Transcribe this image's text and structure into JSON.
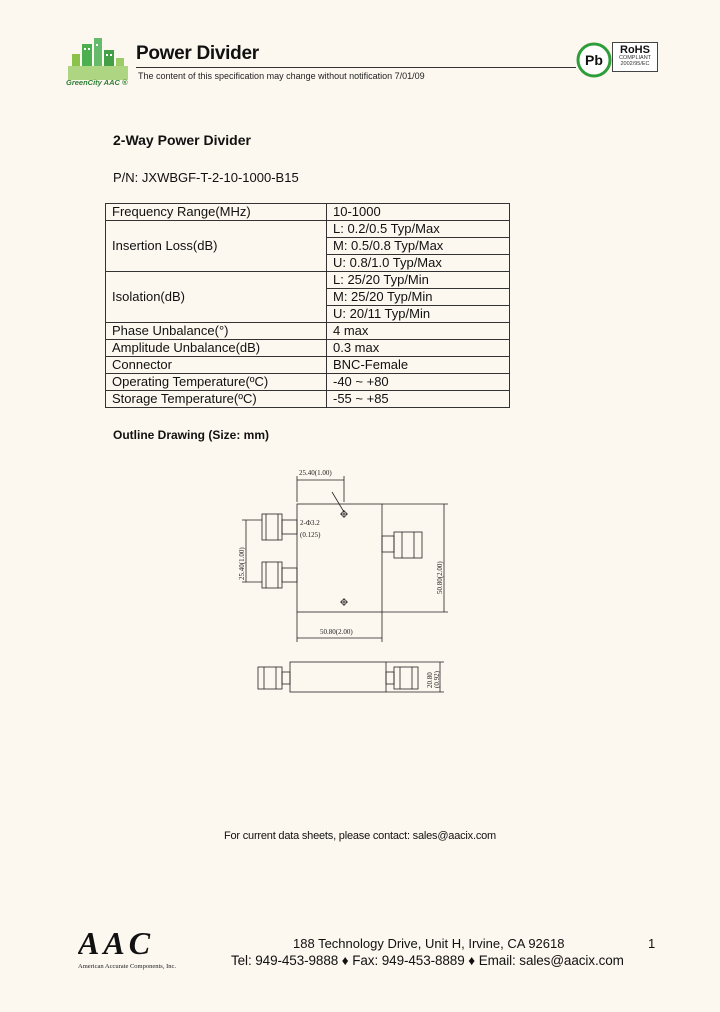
{
  "header": {
    "title": "Power Divider",
    "notice": "The content of this specification may change without notification 7/01/09",
    "greencity_text": "GreenCity AAC ®",
    "pb_label": "Pb",
    "rohs": {
      "title": "RoHS",
      "line1": "COMPLIANT",
      "line2": "2002/95/EC"
    }
  },
  "product": {
    "heading": "2-Way Power Divider",
    "part_number": "P/N: JXWBGF-T-2-10-1000-B15"
  },
  "specs": [
    {
      "param": "Frequency Range(MHz)",
      "values": [
        "10-1000"
      ]
    },
    {
      "param": "Insertion Loss(dB)",
      "values": [
        "L: 0.2/0.5 Typ/Max",
        "M: 0.5/0.8 Typ/Max",
        "U: 0.8/1.0 Typ/Max"
      ]
    },
    {
      "param": "Isolation(dB)",
      "values": [
        "L: 25/20 Typ/Min",
        "M: 25/20 Typ/Min",
        "U: 20/11 Typ/Min"
      ]
    },
    {
      "param": "Phase Unbalance(°)",
      "values": [
        "4 max"
      ]
    },
    {
      "param": "Amplitude Unbalance(dB)",
      "values": [
        "0.3 max"
      ]
    },
    {
      "param": "Connector",
      "values": [
        "BNC-Female"
      ]
    },
    {
      "param": "Operating Temperature(ºC)",
      "values": [
        "-40 ~ +80"
      ]
    },
    {
      "param": "Storage Temperature(ºC)",
      "values": [
        "-55 ~ +85"
      ]
    }
  ],
  "outline": {
    "heading": "Outline Drawing (Size: mm)",
    "dims": {
      "top_offset": "25.40(1.00)",
      "hole": "2-Φ3.2",
      "hole_in": "(0.125)",
      "port_spacing": "25.40(1.00)",
      "height": "50.80(2.00)",
      "width": "50.80(2.00)",
      "depth": "20.80",
      "depth_in": "(0.92)"
    }
  },
  "footer": {
    "contact_line": "For current data sheets, please contact: sales@aacix.com",
    "logo_text": "AAC",
    "company": "American Accurate Components, Inc.",
    "address": "188 Technology Drive, Unit H, Irvine, CA 92618",
    "tel": "Tel: 949-453-9888",
    "fax": "Fax: 949-453-8889",
    "email": "Email: sales@aacix.com",
    "separator": "♦",
    "page": "1"
  },
  "colors": {
    "background": "#fcf7ef",
    "logo_green": "#4caf50",
    "pb_green": "#2e9e3a"
  }
}
